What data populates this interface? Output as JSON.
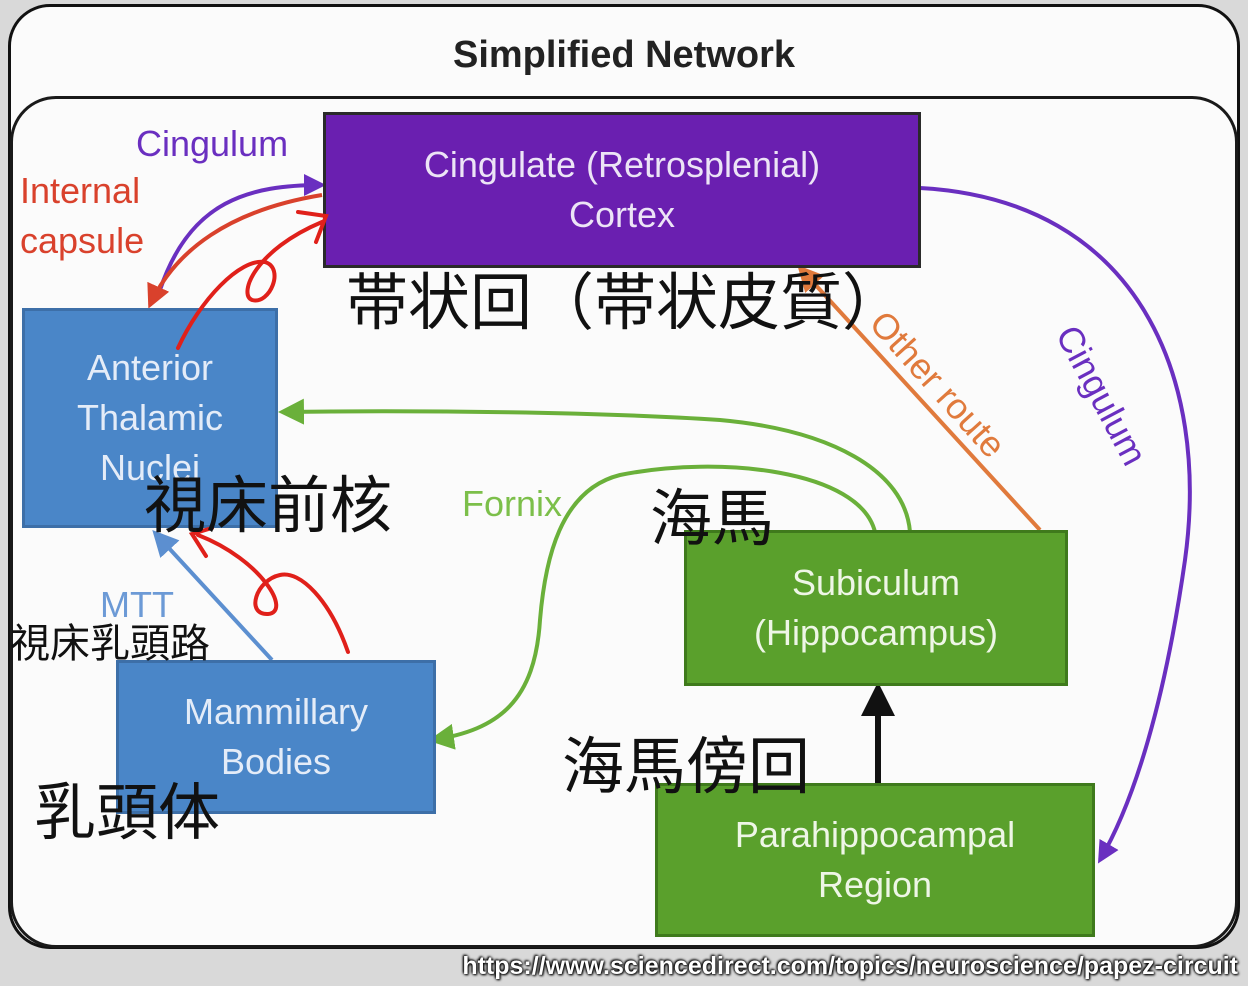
{
  "title": "Simplified Network",
  "nodes": {
    "cingulate": "Cingulate (Retrosplenial)\nCortex",
    "anterior_thalamic": "Anterior\nThalamic\nNuclei",
    "mammillary": "Mammillary\nBodies",
    "subiculum": "Subiculum\n(Hippocampus)",
    "parahippocampal": "Parahippocampal\nRegion"
  },
  "edge_labels": {
    "cingulum_top": "Cingulum",
    "internal_capsule": "Internal\ncapsule",
    "cingulum_right": "Cingulum",
    "other_route": "Other route",
    "fornix": "Fornix",
    "mtt": "MTT"
  },
  "annotations_jp": {
    "cingulate": "帯状回（帯状皮質）",
    "anterior_thalamic": "視床前核",
    "hippocampus": "海馬",
    "mtt": "視床乳頭路",
    "mammillary": "乳頭体",
    "parahippocampal": "海馬傍回"
  },
  "colors": {
    "purple": "#6a1fb0",
    "blue": "#4a86c8",
    "green": "#5aa02c",
    "orange": "#e07a3c",
    "red_annotation": "#e0201a"
  },
  "source_url": "https://www.sciencedirect.com/topics/neuroscience/papez-circuit"
}
